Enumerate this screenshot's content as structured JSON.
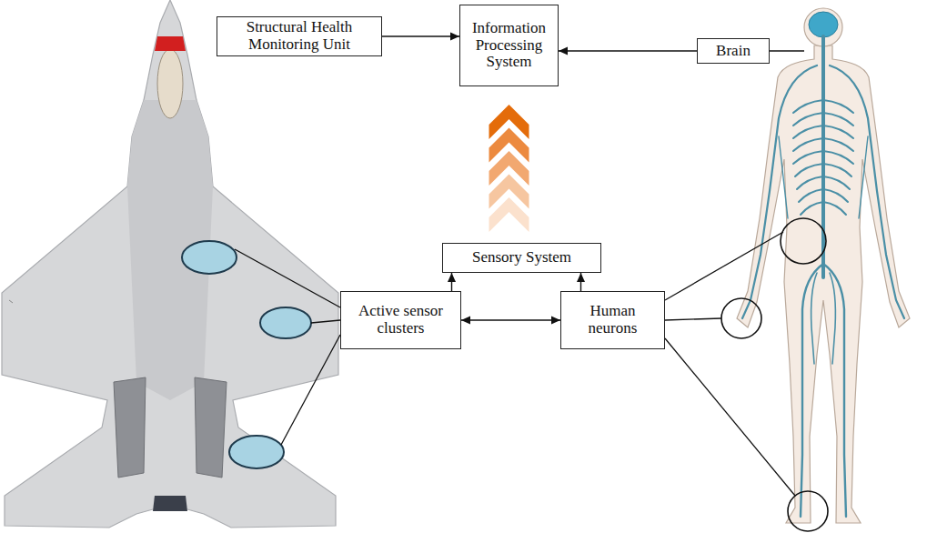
{
  "diagram": {
    "nodes": [
      {
        "text": [
          "Structural Health Monitoring Unit"
        ]
      },
      {
        "text": [
          "Information Processing System"
        ]
      },
      {
        "text": [
          "Brain"
        ]
      },
      {
        "text": [
          "Sensory System"
        ]
      },
      {
        "text": [
          "Active sensor clusters"
        ]
      },
      {
        "text": [
          "Human neurons"
        ]
      }
    ],
    "edges": [
      {
        "from": 0,
        "to": 1,
        "arrow": "to"
      },
      {
        "from": 2,
        "to": 1,
        "arrow": "to"
      },
      {
        "from": 3,
        "to": 1,
        "arrow": "to"
      },
      {
        "from": 4,
        "to": 5,
        "arrow": "both"
      },
      {
        "from": 4,
        "to": 3,
        "arrow": "to"
      },
      {
        "from": 5,
        "to": 3,
        "arrow": "to"
      }
    ]
  }
}
